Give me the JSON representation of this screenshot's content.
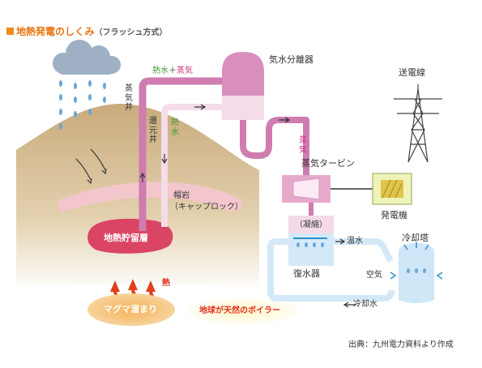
{
  "title": {
    "main": "地熱発電のしくみ",
    "sub": "（フラッシュ方式）"
  },
  "labels": {
    "steam_well": "蒸気井",
    "reinjection_well": "還元井",
    "hot_water": "熱水",
    "plus": "＋",
    "steam": "蒸気",
    "heat_vertical": "熱水",
    "separator": "気水分離器",
    "steam_vertical": "蒸気",
    "turbine": "蒸気タービン",
    "generator": "発電機",
    "transmission": "送電線",
    "caprock_line1": "帽岩",
    "caprock_line2": "（キャップロック）",
    "reservoir": "地熱貯留層",
    "heat": "熱",
    "magma": "マグマ溜まり",
    "boiler": "地球が天然のボイラー",
    "condensation": "（凝縮）",
    "condenser": "復水器",
    "warm_water": "温水",
    "cooling_tower": "冷却塔",
    "air": "空気",
    "cooling_water": "冷却水",
    "source": "出典：九州電力資料より作成"
  },
  "colors": {
    "title": "#e8740f",
    "hot_pipe": "#cf7cb0",
    "return_pipe": "#f4dce9",
    "cool_pipe": "#d4e9f7",
    "ground": "#d2b990",
    "reservoir": "#d94563",
    "magma": "#f29a3c",
    "heat_text": "#e0301e",
    "green_text": "#3a9a2a",
    "steam_text": "#d0307e"
  }
}
